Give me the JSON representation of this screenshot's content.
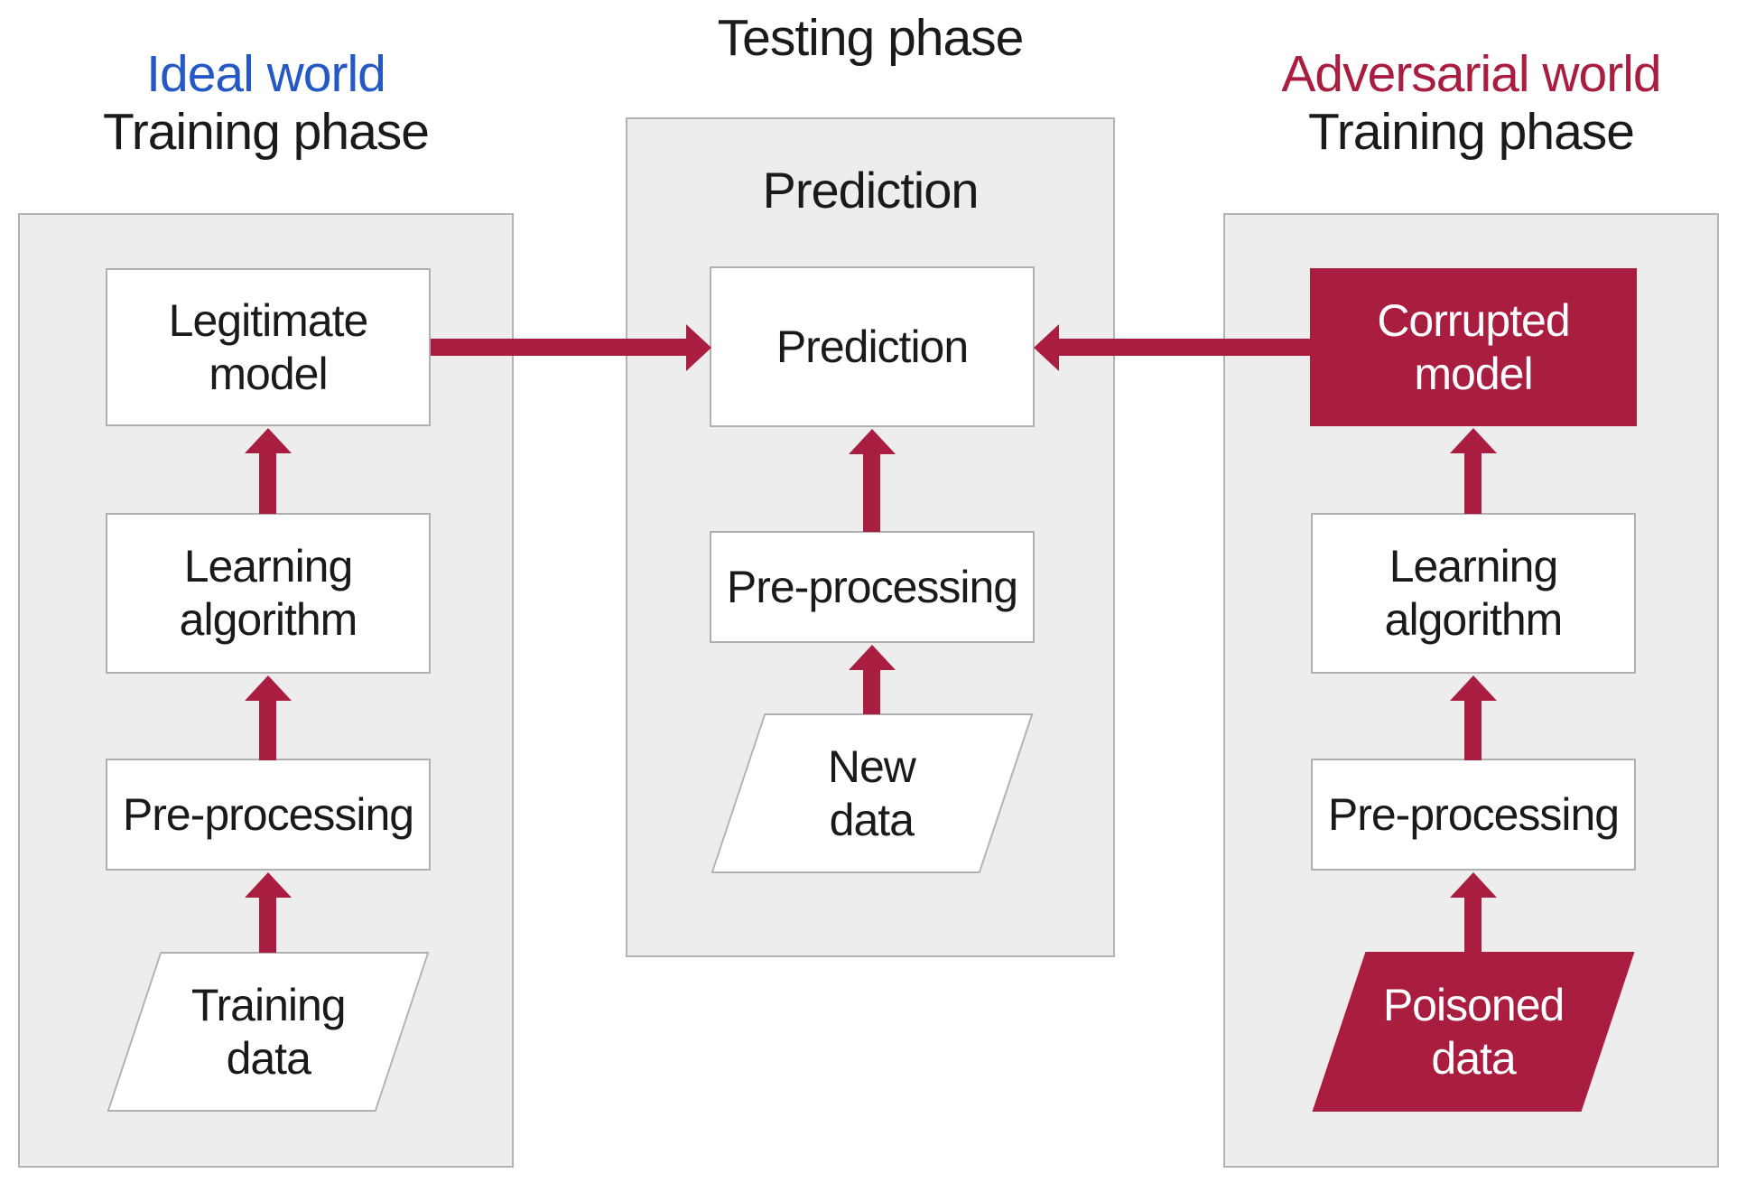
{
  "colors": {
    "crimson": "#A91D40",
    "blue": "#2458C4",
    "panel_bg": "#EDEDED",
    "panel_border": "#B3B3B3",
    "box_border": "#B0B0B0",
    "text": "#1A1A1A"
  },
  "headers": {
    "ideal": {
      "world": "Ideal world",
      "phase": "Training phase"
    },
    "testing": {
      "title": "Testing phase"
    },
    "adversarial": {
      "world": "Adversarial world",
      "phase": "Training phase"
    }
  },
  "panels": {
    "ideal": {
      "nodes": {
        "model": "Legitimate\nmodel",
        "algorithm": "Learning\nalgorithm",
        "preprocessing": "Pre-processing",
        "data": "Training\ndata"
      }
    },
    "testing": {
      "heading": "Prediction",
      "nodes": {
        "prediction": "Prediction",
        "preprocessing": "Pre-processing",
        "data": "New\ndata"
      }
    },
    "adversarial": {
      "nodes": {
        "model": "Corrupted\nmodel",
        "algorithm": "Learning\nalgorithm",
        "preprocessing": "Pre-processing",
        "data": "Poisoned\ndata"
      }
    }
  }
}
